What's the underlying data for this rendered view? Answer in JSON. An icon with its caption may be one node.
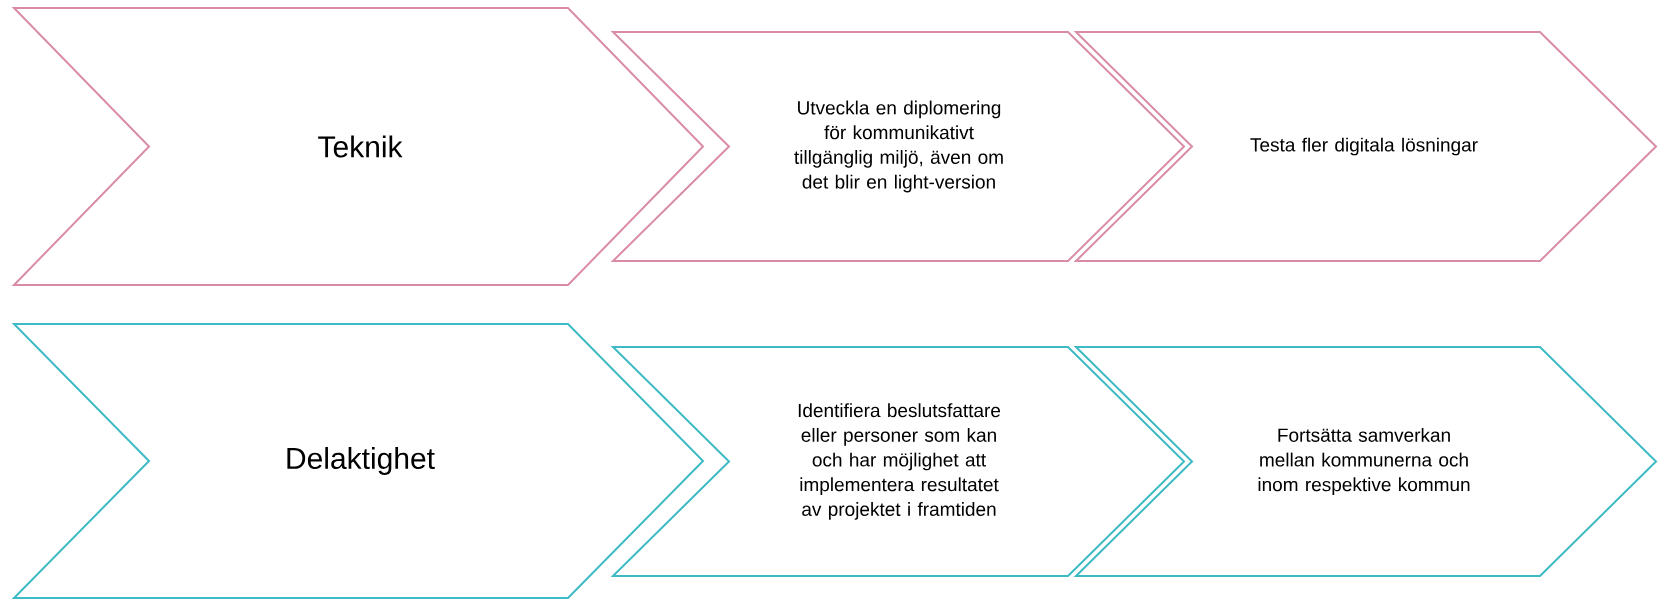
{
  "diagram": {
    "nodes": [
      {
        "text": [
          "Teknik"
        ]
      },
      {
        "text": [
          "Utveckla en diplomering för kommunikativt tillgänglig miljö, även om det blir en light-version"
        ]
      },
      {
        "text": [
          "Testa fler digitala lösningar"
        ]
      },
      {
        "text": [
          "Delaktighet"
        ]
      },
      {
        "text": [
          "Identifiera beslutsfattare eller personer som kan och har möjlighet att implementera resultatet av projektet i framtiden"
        ]
      },
      {
        "text": [
          "Fortsätta samverkan mellan kommunerna och inom respektive kommun"
        ]
      }
    ]
  }
}
